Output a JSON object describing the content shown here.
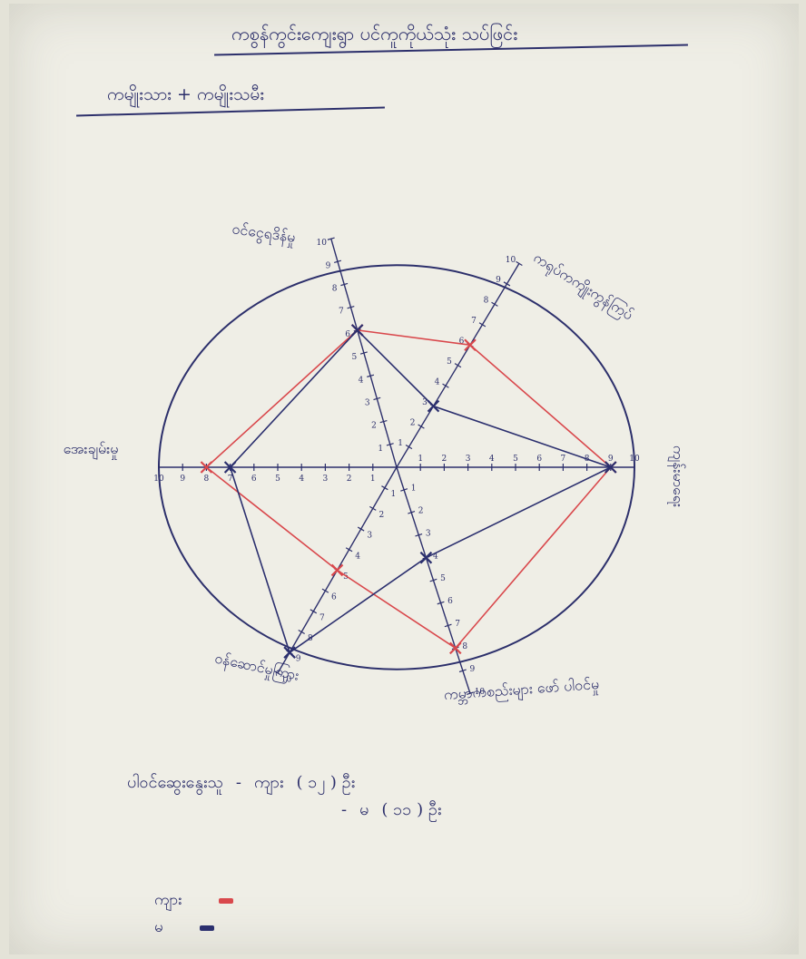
{
  "page": {
    "title": "ကစွန်ကွင်းကျေးရွာ ပင်ကူကိုယ်သုံး သပ်ဖြင်း",
    "subtitle": "ကမျိုးသား + ကမျိုးသမီး"
  },
  "totals": {
    "label": "ပါဝင်ဆွေးနွေးသူ",
    "rows": [
      {
        "group": "ကျား",
        "count": "( ၁၂ ) ဦး"
      },
      {
        "group": "မ",
        "count": "( ၁၁ ) ဦး"
      }
    ]
  },
  "chart_data": {
    "type": "radar",
    "axes": [
      {
        "label": "ဝင်ငွေရဒိန်မှု"
      },
      {
        "label": "ကရုပ်ကကျိုးကွန်ကြပ်"
      },
      {
        "label": "ကျန်းမာရေး"
      },
      {
        "label": "ကမ္ဘာကစည်းများ ဖော် ပါဝင်မှု"
      },
      {
        "label": "ဝန်ဆောင်မှုကြား"
      },
      {
        "label": "အေးချမ်းမှု"
      }
    ],
    "scale_max": 10,
    "series": [
      {
        "name": "ကျား",
        "color": "#d9484c",
        "values": [
          6,
          6,
          9,
          8,
          5,
          8
        ]
      },
      {
        "name": "မ",
        "color": "#2b2f6e",
        "values": [
          6,
          3,
          9,
          4,
          9,
          7
        ]
      }
    ],
    "legend_position": "bottom-left"
  }
}
